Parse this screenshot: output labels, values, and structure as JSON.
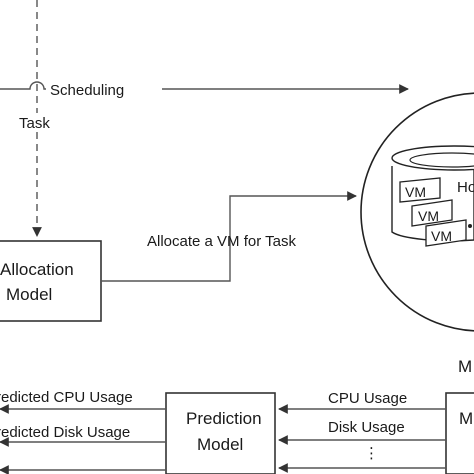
{
  "edges": {
    "scheduling": "Scheduling",
    "task": "Task",
    "allocate": "Allocate a VM for Task",
    "cpu_usage": "CPU Usage",
    "disk_usage": "Disk Usage",
    "more": "⋮",
    "predicted_cpu": "Predicted CPU Usage",
    "predicted_disk": "Predicted Disk Usage"
  },
  "nodes": {
    "allocation_line1": "Allocation",
    "allocation_line2": "Model",
    "prediction_line1": "Prediction",
    "prediction_line2": "Model",
    "monitor_label": "M",
    "monitor_box_label": "M",
    "host_label": "Ho",
    "vm1": "VM",
    "vm2": "VM",
    "vm3": "VM"
  }
}
